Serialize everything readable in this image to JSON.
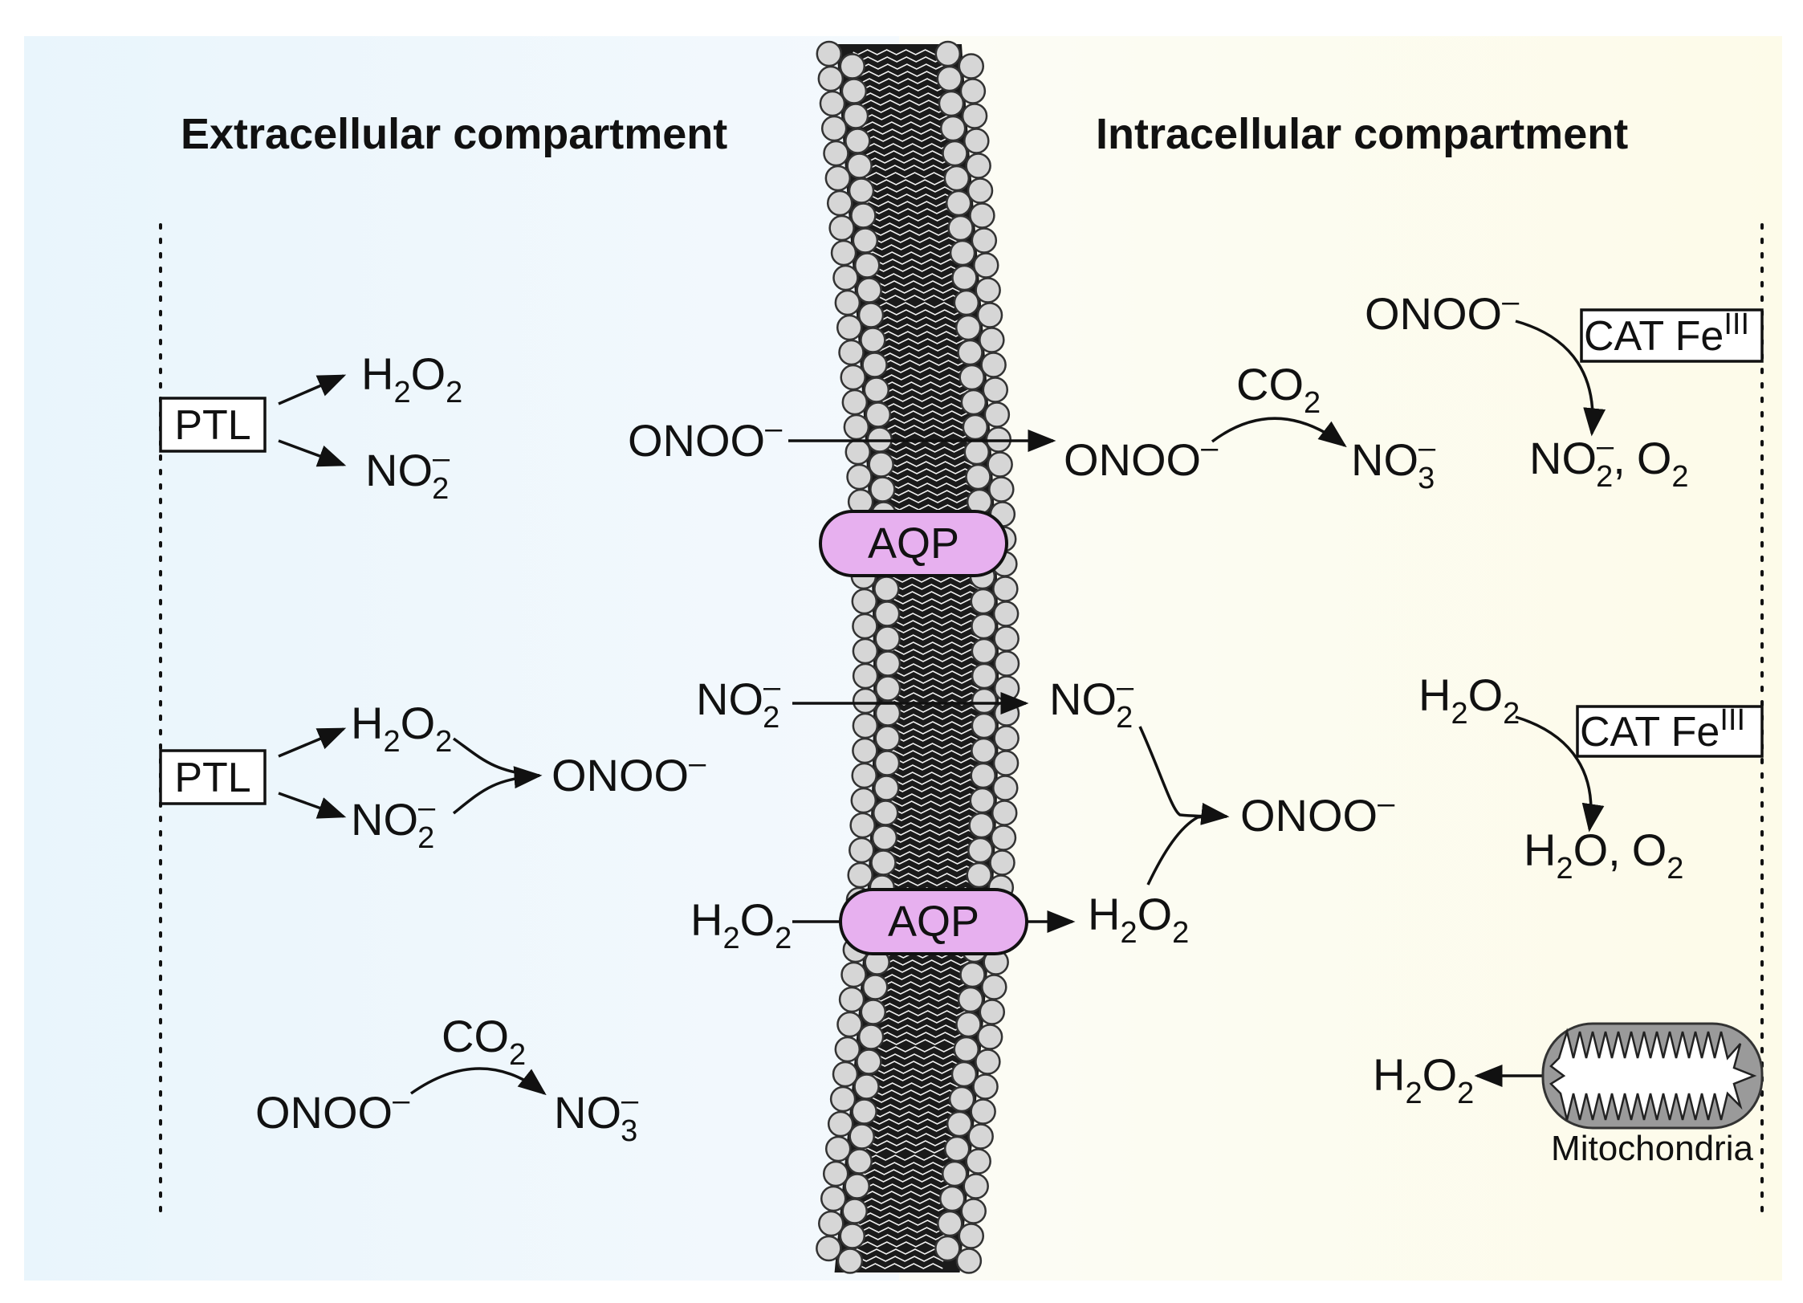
{
  "compartments": {
    "extracellular": "Extracellular compartment",
    "intracellular": "Intracellular  compartment"
  },
  "enzymes": {
    "ptl": "PTL",
    "cat": "CAT Fe",
    "cat_sup": "III",
    "aqp": "AQP",
    "mito": "Mitochondria"
  },
  "species": {
    "onoo": "ONOO",
    "minus": "–",
    "no": "NO",
    "h": "H",
    "o": "O",
    "co": "CO",
    "two": "2",
    "three": "3",
    "comma": ","
  },
  "colors": {
    "extracellular_bg": "#e8f4fc",
    "intracellular_bg": "#fdfcee",
    "aqp_fill": "#e7b0ef",
    "lipid_head": "#d6d6d6",
    "membrane_core": "#1a1a1a"
  }
}
